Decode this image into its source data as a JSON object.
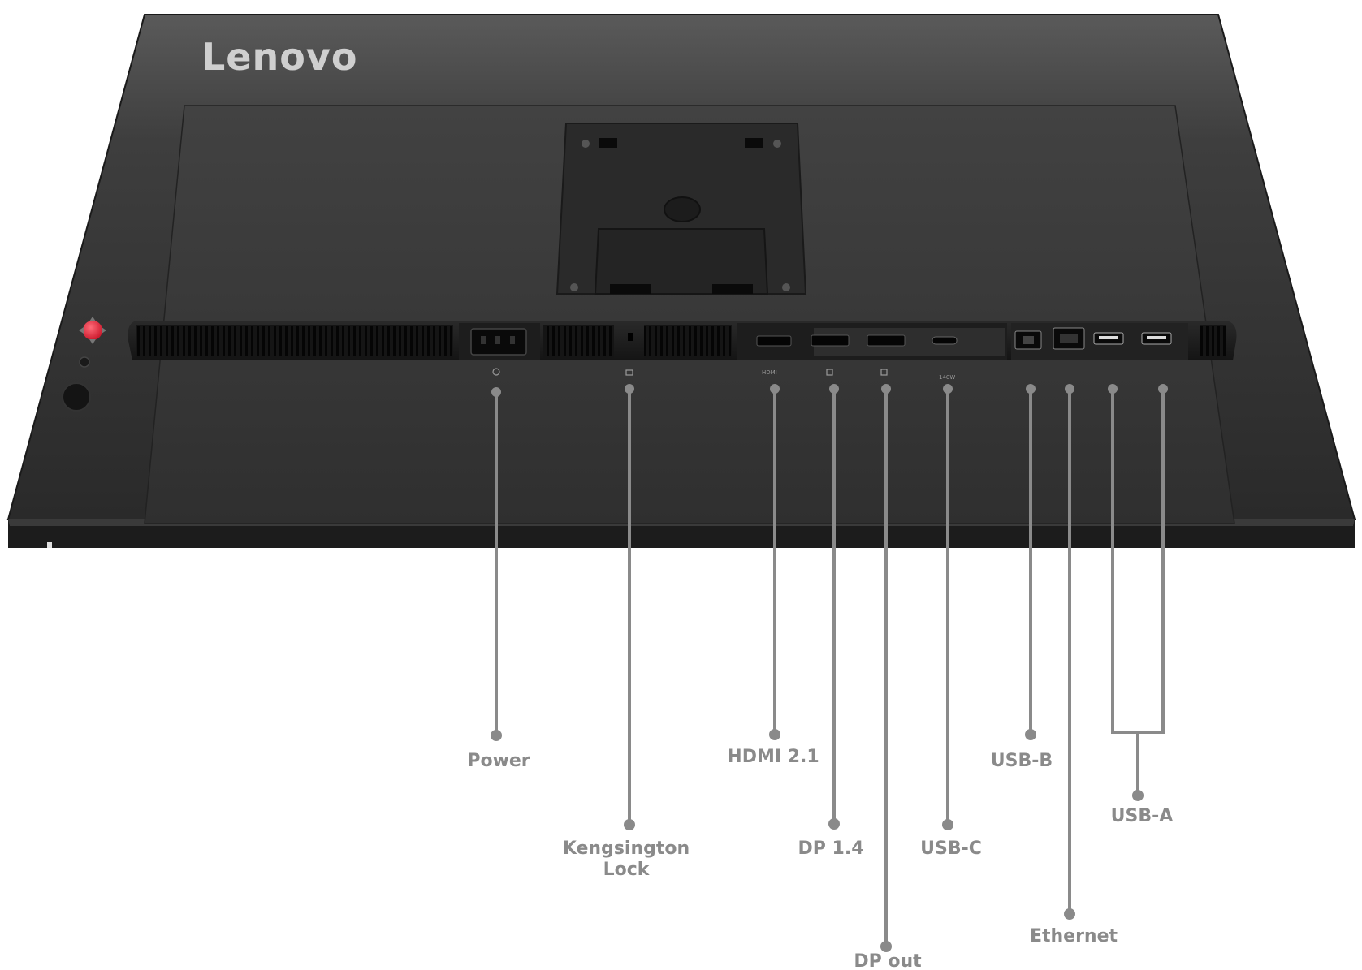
{
  "brand": {
    "logo_text": "Lenovo"
  },
  "ports": {
    "power": {
      "label": "Power"
    },
    "kensington": {
      "label_line1": "Kengsington",
      "label_line2": "Lock"
    },
    "hdmi": {
      "label": "HDMI 2.1",
      "icon_text": "HDMI"
    },
    "dp14": {
      "label": "DP 1.4"
    },
    "dpout": {
      "label": "DP out"
    },
    "usbc": {
      "label": "USB-C",
      "icon_text": "140W"
    },
    "usbb": {
      "label": "USB-B"
    },
    "ethernet": {
      "label": "Ethernet"
    },
    "usba": {
      "label": "USB-A"
    }
  },
  "colors": {
    "monitor_body": "#2b2b2b",
    "monitor_edge": "#1a1a1a",
    "leader_line": "#8a8a8a",
    "label_text": "#8a8a8a",
    "joystick": "#e8283c"
  }
}
